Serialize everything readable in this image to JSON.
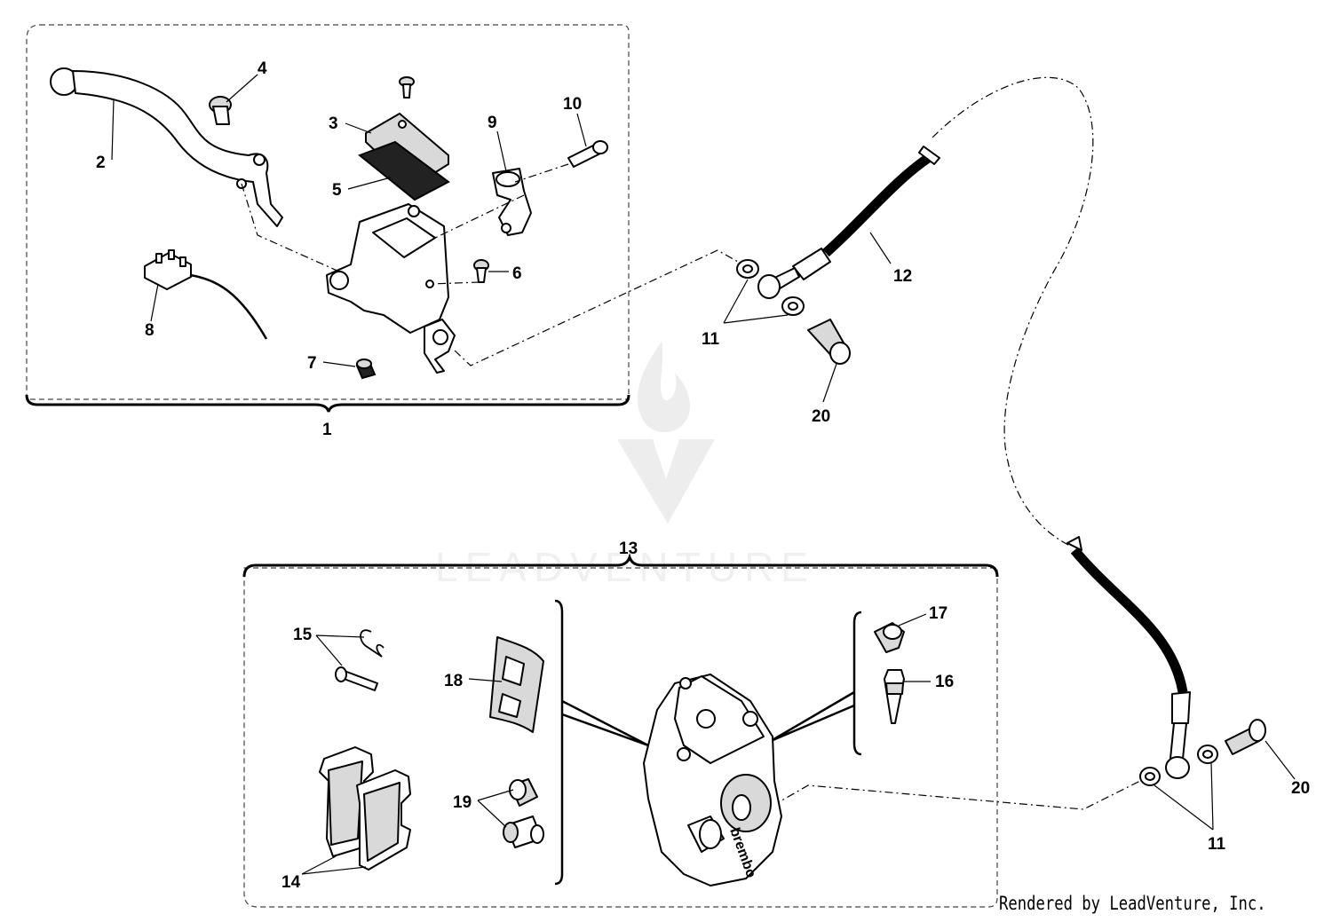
{
  "watermark": {
    "text": "LEADVENTURE"
  },
  "credit": "Rendered by LeadVenture, Inc.",
  "callouts": {
    "c1": "1",
    "c2": "2",
    "c3": "3",
    "c4": "4",
    "c5": "5",
    "c6": "6",
    "c7": "7",
    "c8": "8",
    "c9": "9",
    "c10": "10",
    "c11a": "11",
    "c11b": "11",
    "c12": "12",
    "c13": "13",
    "c14": "14",
    "c15": "15",
    "c16": "16",
    "c17": "17",
    "c18": "18",
    "c19": "19",
    "c20a": "20",
    "c20b": "20"
  },
  "caliper": {
    "brand": "brembo"
  },
  "icons": [
    "leadventure-logo-icon"
  ]
}
